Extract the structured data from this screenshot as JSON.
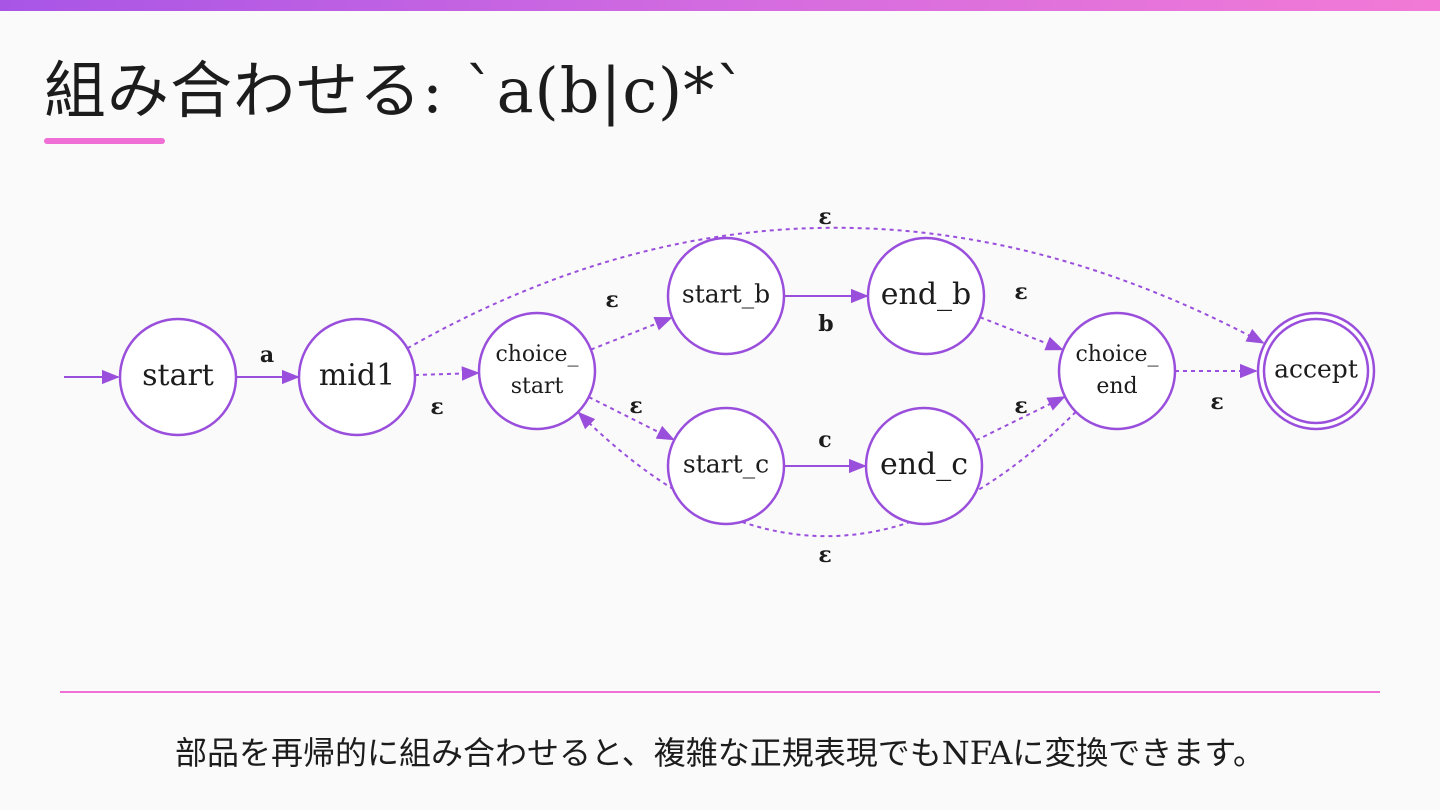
{
  "title": "組み合わせる: `a(b|c)*`",
  "caption": "部品を再帰的に組み合わせると、複雑な正規表現でもNFAに変換できます。",
  "colors": {
    "accent": "#9a4fdc",
    "highlight": "#ef6fd6",
    "node_fill": "#ffffff",
    "text": "#1c1c1c"
  },
  "diagram": {
    "nodes": [
      {
        "id": "start",
        "lines": [
          "start"
        ],
        "accepting": false,
        "initial": true
      },
      {
        "id": "mid1",
        "lines": [
          "mid1"
        ],
        "accepting": false
      },
      {
        "id": "choice_start",
        "lines": [
          "choice_",
          "start"
        ],
        "accepting": false
      },
      {
        "id": "start_b",
        "lines": [
          "start_b"
        ],
        "accepting": false
      },
      {
        "id": "end_b",
        "lines": [
          "end_b"
        ],
        "accepting": false
      },
      {
        "id": "start_c",
        "lines": [
          "start_c"
        ],
        "accepting": false
      },
      {
        "id": "end_c",
        "lines": [
          "end_c"
        ],
        "accepting": false
      },
      {
        "id": "choice_end",
        "lines": [
          "choice_",
          "end"
        ],
        "accepting": false
      },
      {
        "id": "accept",
        "lines": [
          "accept"
        ],
        "accepting": true
      }
    ],
    "edges": [
      {
        "from": "start",
        "to": "mid1",
        "label": "a",
        "epsilon": false
      },
      {
        "from": "mid1",
        "to": "choice_start",
        "label": "ε",
        "epsilon": true
      },
      {
        "from": "choice_start",
        "to": "start_b",
        "label": "ε",
        "epsilon": true
      },
      {
        "from": "choice_start",
        "to": "start_c",
        "label": "ε",
        "epsilon": true
      },
      {
        "from": "start_b",
        "to": "end_b",
        "label": "b",
        "epsilon": false
      },
      {
        "from": "start_c",
        "to": "end_c",
        "label": "c",
        "epsilon": false
      },
      {
        "from": "end_b",
        "to": "choice_end",
        "label": "ε",
        "epsilon": true
      },
      {
        "from": "end_c",
        "to": "choice_end",
        "label": "ε",
        "epsilon": true
      },
      {
        "from": "choice_end",
        "to": "accept",
        "label": "ε",
        "epsilon": true
      },
      {
        "from": "mid1",
        "to": "accept",
        "label": "ε",
        "epsilon": true
      },
      {
        "from": "choice_end",
        "to": "choice_start",
        "label": "ε",
        "epsilon": true
      }
    ]
  }
}
